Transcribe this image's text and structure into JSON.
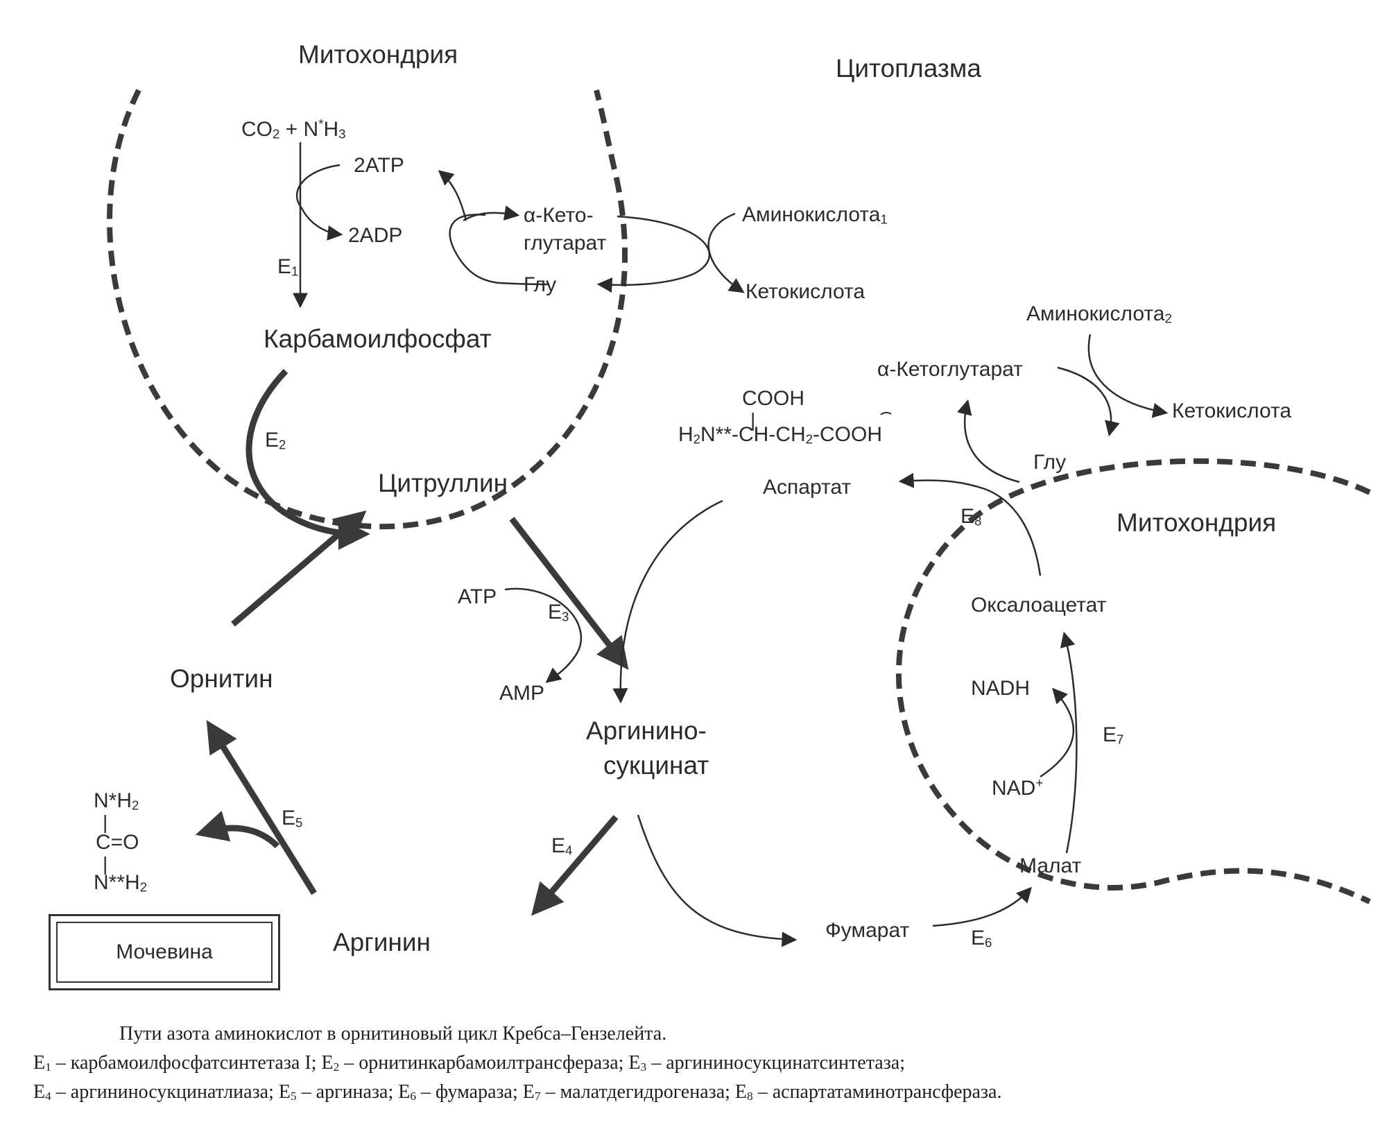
{
  "compartments": {
    "mito_left": "Митохондрия",
    "cytoplasm": "Цитоплазма",
    "mito_right": "Митохондрия"
  },
  "metabolites": {
    "co2": "CO",
    "co2_sub": "2",
    "plus_n": " + N",
    "n_star": "*",
    "h3": "H",
    "h3_sub": "3",
    "atp2": "2ATP",
    "adp2": "2ADP",
    "akg_line1": "α-Кето-",
    "akg_line2": "глутарат",
    "glu1": "Глу",
    "aminoacid1": "Аминокислота",
    "aminoacid1_sub": "1",
    "ketoacid1": "Кетокислота",
    "carbamoyl_phosphate": "Карбамоилфосфат",
    "citrulline": "Цитруллин",
    "atp": "ATP",
    "amp": "AMP",
    "argininosuccinate_1": "Аргинино-",
    "argininosuccinate_2": "сукцинат",
    "ornithine": "Орнитин",
    "arginine": "Аргинин",
    "urea": "Мочевина",
    "aminoacid2": "Аминокислота",
    "aminoacid2_sub": "2",
    "akg_full": "α-Кетоглутарат",
    "ketoacid2": "Кетокислота",
    "glu2": "Глу",
    "aspartate": "Аспартат",
    "oxaloacetate": "Оксалоацетат",
    "nadh": "NADH",
    "nad": "NAD",
    "nad_sup": "+",
    "malate": "Малат",
    "fumarate": "Фумарат"
  },
  "aspartate_formula": {
    "cooh": "COOH",
    "bond": "|",
    "h2n": "H",
    "h2n_sub": "2",
    "n_part": "N**-CH-CH",
    "ch2_sub": "2",
    "tail": "-COOH"
  },
  "urea_formula": {
    "n1": "N*H",
    "n1_sub": "2",
    "bond": "|",
    "c_o": "C=O",
    "n2": "N**H",
    "n2_sub": "2"
  },
  "enzymes": {
    "e1": "E",
    "e1_sub": "1",
    "e2": "E",
    "e2_sub": "2",
    "e3": "E",
    "e3_sub": "3",
    "e4": "E",
    "e4_sub": "4",
    "e5": "E",
    "e5_sub": "5",
    "e6": "E",
    "e6_sub": "6",
    "e7": "E",
    "e7_sub": "7",
    "e8": "E",
    "e8_sub": "8"
  },
  "caption": {
    "title": "Пути азота аминокислот в орнитиновый цикл Кребса–Гензелейта.",
    "e1": "E",
    "e1_sub": "1",
    "e1_text": " – карбамоилфосфатсинтетаза I; ",
    "e2": "E",
    "e2_sub": "2",
    "e2_text": " – орнитинкарбамоилтрансфераза; ",
    "e3": "E",
    "e3_sub": "3",
    "e3_text": " – аргининосукцинатсинтетаза;",
    "e4": "E",
    "e4_sub": "4",
    "e4_text": " – аргининосукцинатлиаза; ",
    "e5": "E",
    "e5_sub": "5",
    "e5_text": " – аргиназа; ",
    "e6": "E",
    "e6_sub": "6",
    "e6_text": " – фумараза; ",
    "e7": "E",
    "e7_sub": "7",
    "e7_text": " – малатдегидрогеназа; ",
    "e8": "E",
    "e8_sub": "8",
    "e8_text": " – аспартатаминотрансфераза."
  },
  "colors": {
    "ink": "#2b2b2b",
    "thick_arrow": "#3a3a3a",
    "background": "#ffffff"
  }
}
